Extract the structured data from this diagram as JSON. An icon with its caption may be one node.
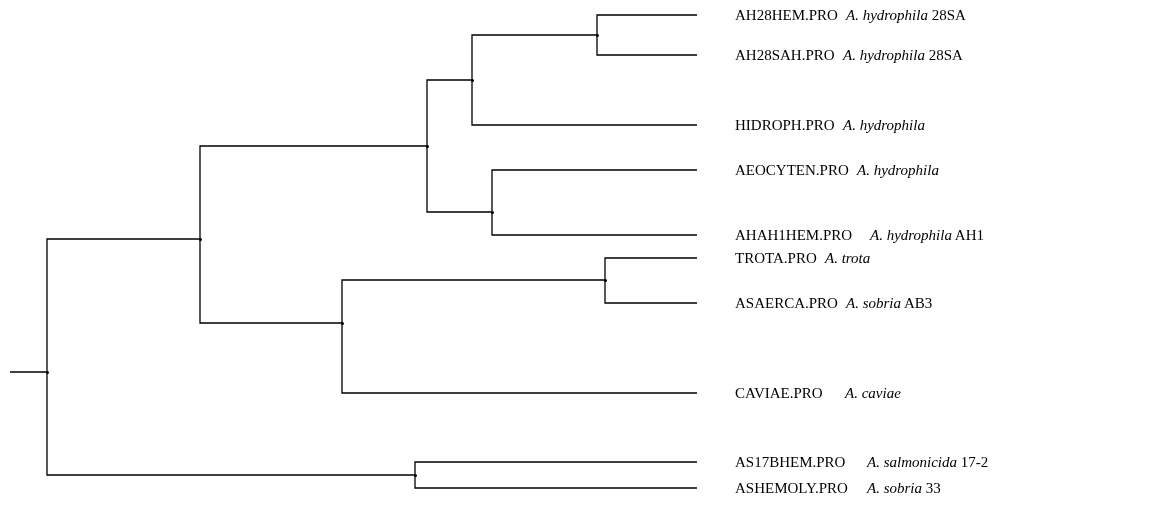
{
  "diagram": {
    "nodes": [
      {
        "text": [],
        "shape": "point"
      },
      {
        "text": [],
        "shape": "point"
      },
      {
        "text": [],
        "shape": "point"
      },
      {
        "text": [],
        "shape": "point"
      },
      {
        "text": [],
        "shape": "point"
      },
      {
        "text": [],
        "shape": "point"
      },
      {
        "text": [],
        "shape": "point"
      },
      {
        "text": [],
        "shape": "point"
      },
      {
        "text": [],
        "shape": "point"
      },
      {
        "text": [
          "AH28HEM.PRO",
          "*A. hydrophila* 28SA"
        ]
      },
      {
        "text": [
          "AH28SAH.PRO",
          "*A. hydrophila* 28SA"
        ]
      },
      {
        "text": [
          "HIDROPH.PRO",
          "*A. hydrophila*"
        ]
      },
      {
        "text": [
          "AEOCYTEN.PRO",
          "*A. hydrophila*"
        ]
      },
      {
        "text": [
          "AHAH1HEM.PRO",
          "*A. hydrophila* AH1"
        ]
      },
      {
        "text": [
          "TROTA.PRO",
          "*A. trota*"
        ]
      },
      {
        "text": [
          "ASAERCA.PRO",
          "*A. sobria* AB3"
        ]
      },
      {
        "text": [
          "CAVIAE.PRO",
          "*A. caviae*"
        ]
      },
      {
        "text": [
          "AS17BHEM.PRO",
          "*A. salmonicida* 17-2"
        ]
      },
      {
        "text": [
          "ASHEMOLY.PRO",
          "*A. sobria* 33"
        ]
      }
    ],
    "edges": [
      {
        "from": null,
        "to": 0,
        "arrow": "none"
      },
      {
        "from": 0,
        "to": 1,
        "arrow": "none"
      },
      {
        "from": 0,
        "to": 3,
        "arrow": "none"
      },
      {
        "from": 1,
        "to": 4,
        "arrow": "none"
      },
      {
        "from": 1,
        "to": 2,
        "arrow": "none"
      },
      {
        "from": 4,
        "to": 5,
        "arrow": "none"
      },
      {
        "from": 4,
        "to": 6,
        "arrow": "none"
      },
      {
        "from": 5,
        "to": 7,
        "arrow": "none"
      },
      {
        "from": 5,
        "to": 11,
        "arrow": "none"
      },
      {
        "from": 7,
        "to": 9,
        "arrow": "none"
      },
      {
        "from": 7,
        "to": 10,
        "arrow": "none"
      },
      {
        "from": 6,
        "to": 12,
        "arrow": "none"
      },
      {
        "from": 6,
        "to": 13,
        "arrow": "none"
      },
      {
        "from": 2,
        "to": 8,
        "arrow": "none"
      },
      {
        "from": 2,
        "to": 16,
        "arrow": "none"
      },
      {
        "from": 8,
        "to": 14,
        "arrow": "none"
      },
      {
        "from": 8,
        "to": 15,
        "arrow": "none"
      },
      {
        "from": 3,
        "to": 17,
        "arrow": "none"
      },
      {
        "from": 3,
        "to": 18,
        "arrow": "none"
      }
    ]
  }
}
